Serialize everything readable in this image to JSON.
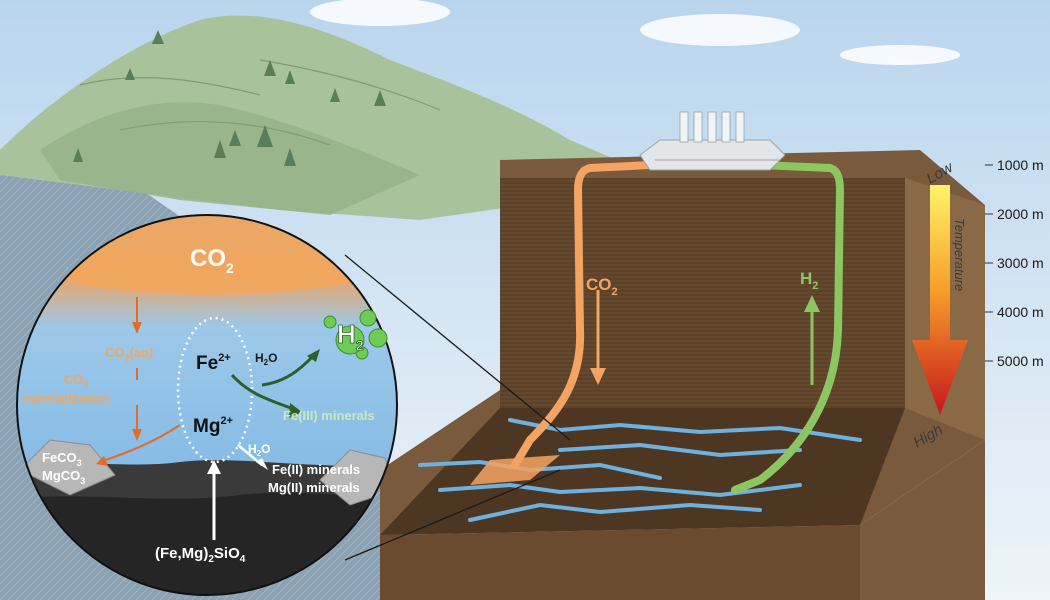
{
  "colors": {
    "sky_top": "#bcd7ee",
    "sky_bottom": "#e7f1f8",
    "hill": "#a9c39e",
    "hill_dark": "#8fae85",
    "soil_top": "#7a5b3e",
    "soil_side": "#6b4b30",
    "cross_section": "#5a4128",
    "water": "#6fb1de",
    "co2": "#f3a362",
    "h2": "#8cc660",
    "ocean": "#8fa6b6",
    "fe3_arrow": "#2d5f2a"
  },
  "labels": {
    "co2_top": "CO",
    "co2_top_sub": "2",
    "co2_aq_main": "CO",
    "co2_aq_sub": "2",
    "co2_aq_tail": "(aq)",
    "co2_min_main": "CO",
    "co2_min_sub": "2",
    "mineralization": "mineralization",
    "feco3": "FeCO",
    "feco3_sub": "3",
    "mgco3": "MgCO",
    "mgco3_sub": "3",
    "fe2": "Fe",
    "fe2_sup": "2+",
    "mg2": "Mg",
    "mg2_sup": "2+",
    "h2o_a": "H",
    "h2o_a_sub": "2",
    "h2o_a_tail": "O",
    "h2o_b": "H",
    "h2o_b_sub": "2",
    "h2o_b_tail": "O",
    "h2_bubble": "H",
    "h2_bubble_sub": "2",
    "fe3_minerals": "Fe(III) minerals",
    "fe2_minerals": "Fe(II) minerals",
    "mg2_minerals": "Mg(II) minerals",
    "olivine_a": "(Fe,Mg)",
    "olivine_sub1": "2",
    "olivine_b": "SiO",
    "olivine_sub2": "4",
    "co2_pipe": "CO",
    "co2_pipe_sub": "2",
    "h2_pipe": "H",
    "h2_pipe_sub": "2"
  },
  "depth_scale": [
    "1000 m",
    "2000 m",
    "3000 m",
    "4000 m",
    "5000 m"
  ],
  "temperature": {
    "title": "Temperature",
    "low": "Low",
    "high": "High"
  },
  "icons": {
    "facility": "injection-facility-icon",
    "tree": "tree-icon",
    "bubble": "h2-bubble-icon"
  }
}
